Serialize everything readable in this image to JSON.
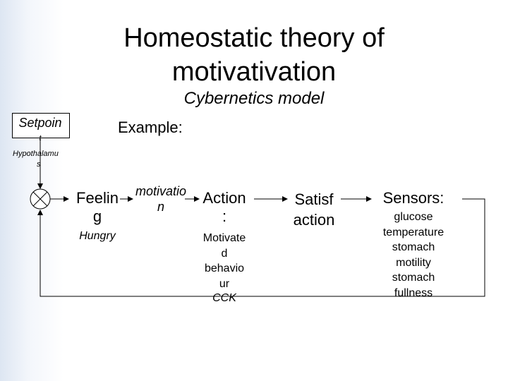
{
  "title": {
    "line1": "Homeostatic theory of",
    "line2": "motivativation",
    "subtitle": "Cybernetics model"
  },
  "example_label": "Example:",
  "setpoint": {
    "label": "Setpoin",
    "overflow": "t",
    "sub_label": "Hypothalamu",
    "sub_overflow": "s"
  },
  "nodes": {
    "feeling": {
      "line1": "Feelin",
      "line2": "g",
      "example": "Hungry"
    },
    "motivation": {
      "line1": "motivatio",
      "line2": "n"
    },
    "action": {
      "line1": "Action",
      "line2": ":",
      "example_lines": [
        "Motivate",
        "d",
        "behavio",
        "ur"
      ],
      "example2": "CCK"
    },
    "satisfaction": {
      "line1": "Satisf",
      "line2": "action"
    },
    "sensors": {
      "title": "Sensors:",
      "items": [
        "glucose",
        "temperature",
        "stomach",
        "motility",
        "stomach",
        "fullness"
      ]
    }
  }
}
